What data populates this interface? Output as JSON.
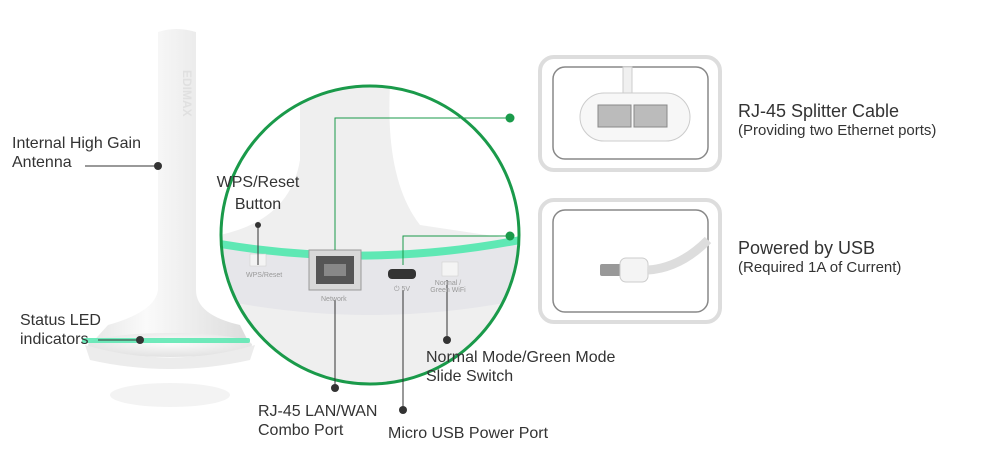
{
  "labels": {
    "antenna": [
      "Internal High Gain",
      "Antenna"
    ],
    "status_led": [
      "Status LED",
      "indicators"
    ],
    "wps": [
      "WPS/Reset",
      "Button"
    ],
    "rj45_port": [
      "RJ-45 LAN/WAN",
      "Combo Port"
    ],
    "usb_port": "Micro USB Power Port",
    "switch": [
      "Normal Mode/Green Mode",
      "Slide Switch"
    ],
    "splitter": {
      "title": "RJ-45 Splitter Cable",
      "subtitle": "(Providing two Ethernet ports)"
    },
    "usb_power": {
      "title": "Powered by USB",
      "subtitle": "(Required 1A of Current)"
    }
  },
  "device_markings": {
    "brand": "EDIMAX",
    "wps": "WPS/Reset",
    "network": "Network",
    "power": "5V",
    "switch": "Normal / Green WiFi"
  },
  "colors": {
    "accent": "#1a9a4a",
    "led": "#5fe8b4",
    "line": "#333333"
  }
}
